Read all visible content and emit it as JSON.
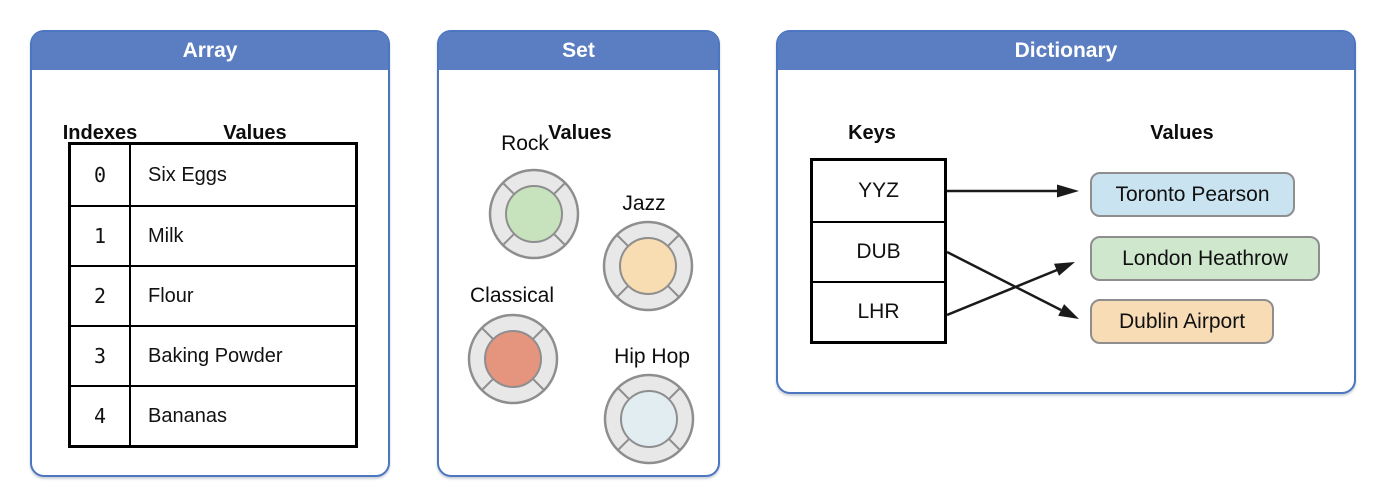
{
  "colors": {
    "header_bg": "#5b7ec2",
    "panel_border": "#4c76c0",
    "header_text": "#ffffff",
    "table_border": "#000000",
    "ring_fill": "#e8e8e8",
    "ring_stroke": "#8e8e8e",
    "arrow": "#1a1a1a"
  },
  "array_panel": {
    "title": "Array",
    "indexes_header": "Indexes",
    "values_header": "Values",
    "rows": [
      {
        "index": "0",
        "value": "Six Eggs"
      },
      {
        "index": "1",
        "value": "Milk"
      },
      {
        "index": "2",
        "value": "Flour"
      },
      {
        "index": "3",
        "value": "Baking Powder"
      },
      {
        "index": "4",
        "value": "Bananas"
      }
    ]
  },
  "set_panel": {
    "title": "Set",
    "values_header": "Values",
    "items": [
      {
        "label": "Rock",
        "color": "#c7e3bd"
      },
      {
        "label": "Jazz",
        "color": "#f8dcb2"
      },
      {
        "label": "Classical",
        "color": "#e5947e"
      },
      {
        "label": "Hip Hop",
        "color": "#e1edf0"
      }
    ]
  },
  "dictionary_panel": {
    "title": "Dictionary",
    "keys_header": "Keys",
    "values_header": "Values",
    "keys": [
      "YYZ",
      "DUB",
      "LHR"
    ],
    "values": [
      {
        "label": "Toronto Pearson",
        "color": "#c9e3f1"
      },
      {
        "label": "London Heathrow",
        "color": "#cfe7cd"
      },
      {
        "label": "Dublin Airport",
        "color": "#f8dcb6"
      }
    ],
    "mappings": [
      {
        "key": "YYZ",
        "value": "Toronto Pearson"
      },
      {
        "key": "DUB",
        "value": "Dublin Airport"
      },
      {
        "key": "LHR",
        "value": "London Heathrow"
      }
    ]
  }
}
